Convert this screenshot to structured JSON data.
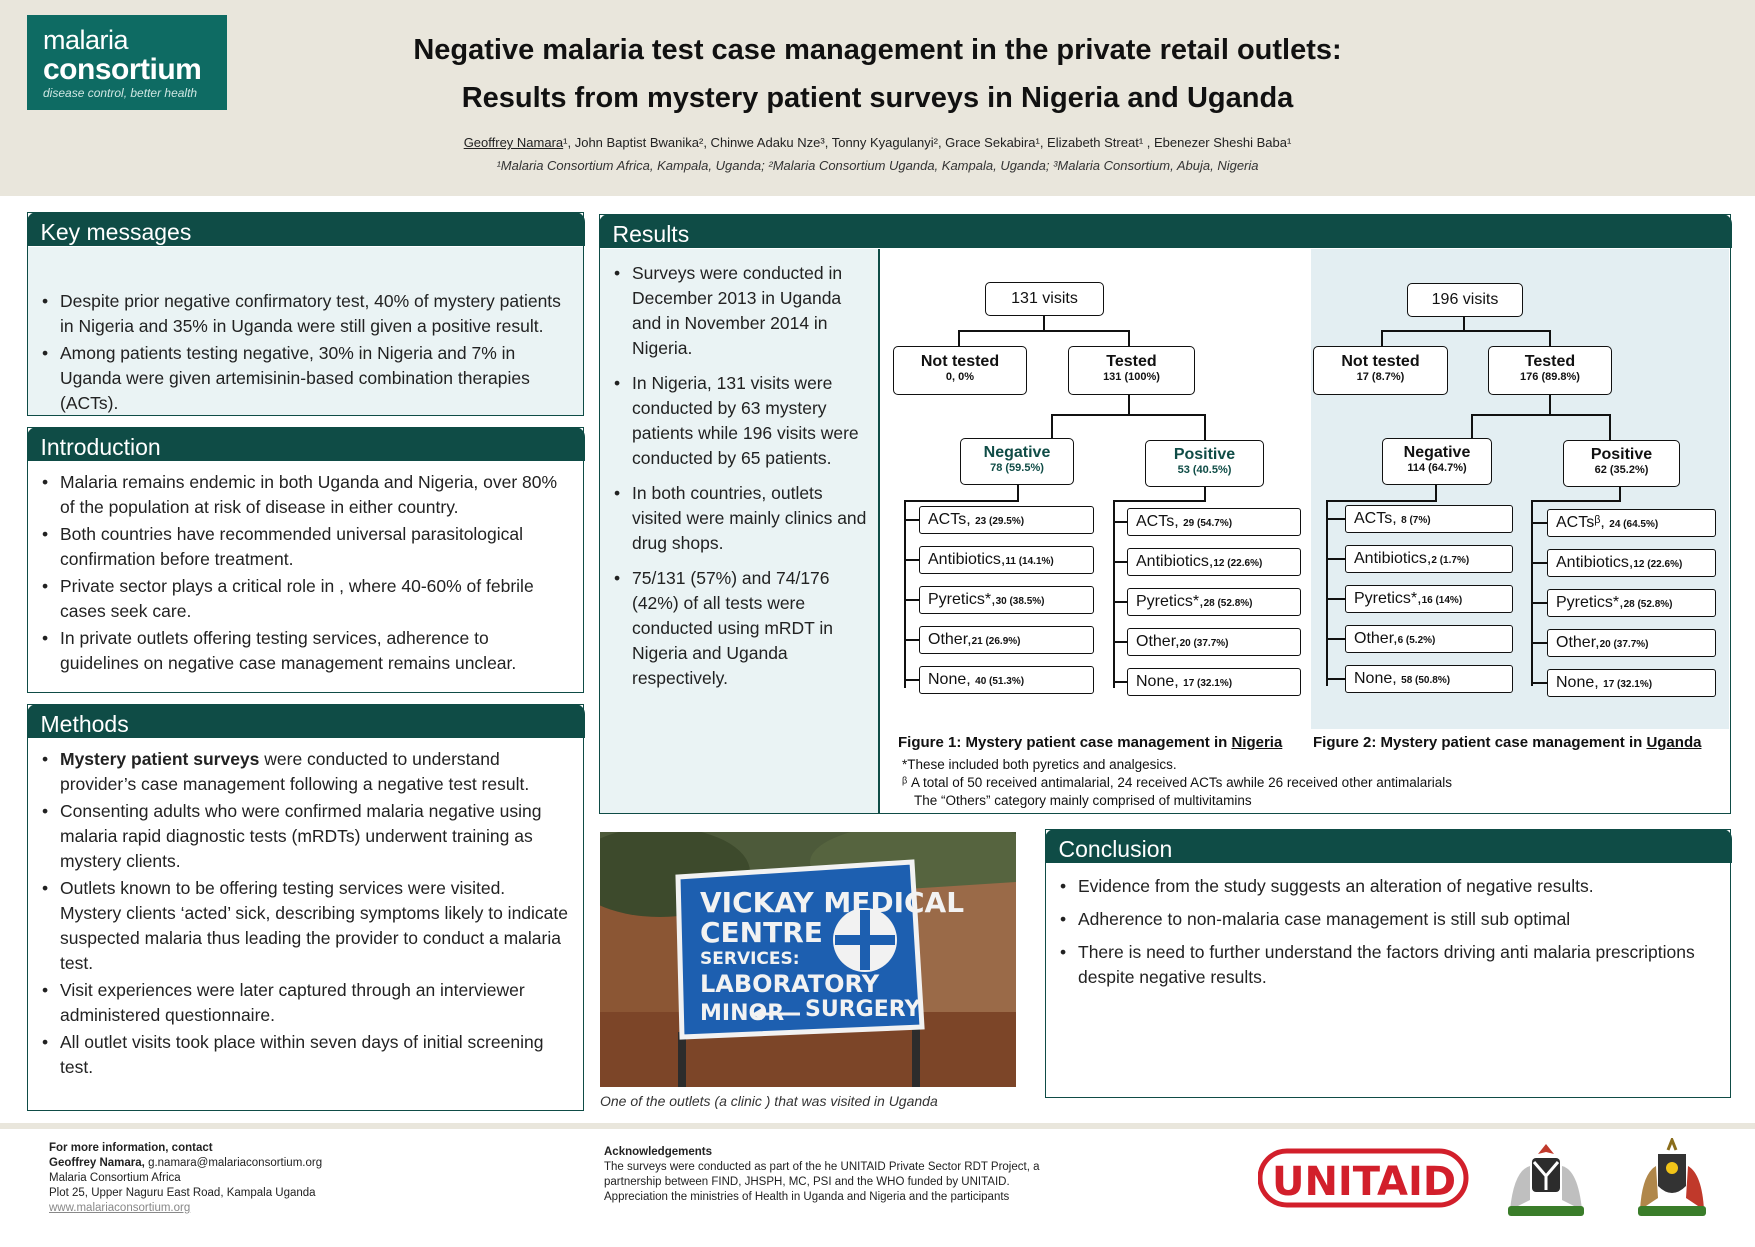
{
  "logo": {
    "line1": "malaria",
    "line2": "consortium",
    "tagline": "disease control, better health"
  },
  "title": {
    "line1": "Negative malaria test case management in the private retail outlets:",
    "line2": "Results from mystery patient surveys in Nigeria and Uganda"
  },
  "authors": {
    "lead": "Geoffrey Namara",
    "rest": "¹, John Baptist Bwanika², Chinwe Adaku Nze³, Tonny Kyagulanyi², Grace Sekabira¹, Elizabeth Streat¹ , Ebenezer Sheshi Baba¹",
    "affiliations": "¹Malaria Consortium Africa, Kampala, Uganda; ²Malaria Consortium Uganda, Kampala, Uganda; ³Malaria Consortium, Abuja, Nigeria"
  },
  "key_messages": {
    "heading": "Key messages",
    "items": [
      "Despite prior negative confirmatory test, 40% of mystery patients in Nigeria and 35% in Uganda  were still given a positive result.",
      "Among patients testing negative, 30% in Nigeria and 7% in Uganda  were given artemisinin-based combination therapies (ACTs)."
    ]
  },
  "introduction": {
    "heading": "Introduction",
    "items": [
      "Malaria remains endemic in both Uganda and Nigeria, over 80% of the population at risk of disease in either country.",
      "Both countries have recommended universal parasitological confirmation before treatment.",
      "Private sector plays a critical role in , where 40-60% of febrile cases seek care.",
      "In private outlets offering testing services, adherence to guidelines on negative case management  remains unclear."
    ]
  },
  "methods": {
    "heading": "Methods",
    "item1_bold": "Mystery patient surveys",
    "item1_rest": " were conducted to understand provider’s case management following a negative test result.",
    "items": [
      "Consenting adults who were confirmed malaria negative using malaria rapid diagnostic tests (mRDTs) underwent training as mystery clients.",
      "Outlets known to be offering testing services were visited. Mystery clients ‘acted’ sick, describing symptoms likely to indicate suspected malaria thus leading the provider to conduct a malaria test.",
      "Visit experiences were later captured through an interviewer administered questionnaire.",
      "All outlet visits took place within seven days of  initial screening test."
    ]
  },
  "results": {
    "heading": "Results",
    "items": [
      "Surveys were conducted in December 2013 in Uganda and in  November 2014 in Nigeria.",
      "In Nigeria, 131 visits were conducted by 63 mystery patients while  196 visits were conducted by 65 patients.",
      "In both countries, outlets visited were mainly clinics and drug shops.",
      "75/131 (57%) and 74/176 (42%) of all tests were conducted using mRDT in Nigeria and Uganda respectively."
    ]
  },
  "nigeria": {
    "visits": "131 visits",
    "not_tested": "Not tested",
    "not_tested_v": "0, 0%",
    "tested": "Tested",
    "tested_v": "131 (100%)",
    "negative": "Negative",
    "negative_v": "78 (59.5%)",
    "positive": "Positive",
    "positive_v": "53 (40.5%)",
    "neg_outcomes": [
      {
        "label": "ACTs, ",
        "value": "23 (29.5%)"
      },
      {
        "label": "Antibiotics,",
        "value": "11 (14.1%)"
      },
      {
        "label": "Pyretics*,",
        "value": "30 (38.5%)"
      },
      {
        "label": "Other,",
        "value": "21 (26.9%)"
      },
      {
        "label": "None,  ",
        "value": "40 (51.3%)"
      }
    ],
    "pos_outcomes": [
      {
        "label": "ACTs, ",
        "value": "29 (54.7%)"
      },
      {
        "label": "Antibiotics,",
        "value": "12 (22.6%)"
      },
      {
        "label": "Pyretics*,",
        "value": "28 (52.8%)"
      },
      {
        "label": "Other,",
        "value": "20 (37.7%)"
      },
      {
        "label": "None,  ",
        "value": "17 (32.1%)"
      }
    ],
    "caption_pre": "Figure 1: Mystery patient case management in ",
    "caption_country": "Nigeria"
  },
  "uganda": {
    "visits": "196 visits",
    "not_tested": "Not tested",
    "not_tested_v": "17 (8.7%)",
    "tested": "Tested",
    "tested_v": "176 (89.8%)",
    "negative": "Negative",
    "negative_v": "114 (64.7%)",
    "positive": "Positive",
    "positive_v": "62 (35.2%)",
    "neg_outcomes": [
      {
        "label": "ACTs, ",
        "value": "8  (7%)"
      },
      {
        "label": "Antibiotics,",
        "value": "2 (1.7%)"
      },
      {
        "label": "Pyretics*,",
        "value": "16 (14%)"
      },
      {
        "label": "Other,",
        "value": "6 (5.2%)"
      },
      {
        "label": "None, ",
        "value": "58 (50.8%)"
      }
    ],
    "pos_outcomes": [
      {
        "label": "ACTsᵝ, ",
        "value": "24 (64.5%)"
      },
      {
        "label": "Antibiotics,",
        "value": "12 (22.6%)"
      },
      {
        "label": "Pyretics*,",
        "value": "28 (52.8%)"
      },
      {
        "label": "Other,",
        "value": "20 (37.7%)"
      },
      {
        "label": "None, ",
        "value": "17 (32.1%)"
      }
    ],
    "caption_pre": "Figure 2: Mystery patient case management in ",
    "caption_country": "Uganda"
  },
  "footnotes": {
    "f1": "*These included both pyretics and analgesics.",
    "f2": "ᵝ  A total of 50 received antimalarial, 24 received ACTs awhile 26 received other antimalarials",
    "f3": "The “Others” category mainly comprised of multivitamins"
  },
  "photo": {
    "sign_line1": "VICKAY MEDICAL",
    "sign_line2": "CENTRE",
    "sign_line3": "SERVICES:",
    "sign_line4": "LABORATORY",
    "sign_line5": "MINOR",
    "sign_line6": "SURGERY",
    "caption": "One of the outlets (a clinic ) that was visited in Uganda"
  },
  "conclusion": {
    "heading": "Conclusion",
    "items": [
      "Evidence from the study suggests an alteration of negative results.",
      "Adherence to non-malaria case management is still sub optimal",
      "There is need to further understand the factors driving anti malaria prescriptions despite negative results."
    ]
  },
  "footer": {
    "contact_head": "For more information, contact",
    "contact_name": "Geoffrey Namara,",
    "contact_email": " g.namara@malariaconsortium.org",
    "contact_org": "Malaria Consortium Africa",
    "contact_addr": "Plot 25, Upper Naguru East Road, Kampala Uganda",
    "contact_web": "www.malariaconsortium.org",
    "ack_head": "Acknowledgements",
    "ack_1": "The surveys were conducted as part of the he UNITAID Private Sector RDT Project, a",
    "ack_2": "partnership between FIND, JHSPH, MC, PSI and the WHO funded by UNITAID.",
    "ack_3": "Appreciation the ministries of Health in Uganda and Nigeria and the participants",
    "unitaid": "UNITAID"
  },
  "colors": {
    "accent": "#0f4c46",
    "logo": "#0e6b63",
    "panel_bg": "#eaf3f4",
    "header_bg": "#e9e6dc",
    "unitaid_red": "#d21f2b"
  }
}
